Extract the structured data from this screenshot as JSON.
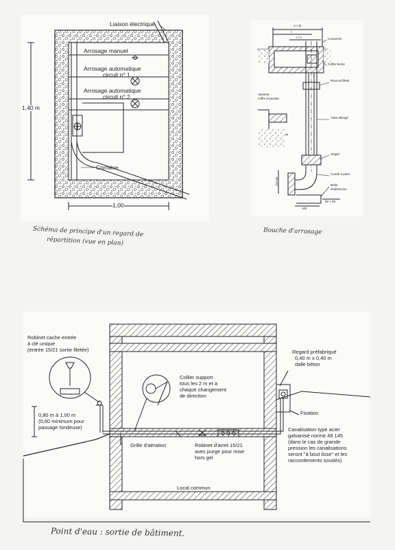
{
  "regard": {
    "liaison": "Liaison électrique",
    "arrosage_manuel": "Arrosage manuel",
    "arrosage_auto_1_a": "Arrosage automatique",
    "arrosage_auto_1_b": "circuit n° 1",
    "arrosage_auto_2_a": "Arrosage automatique",
    "arrosage_auto_2_b": "circuit n° 2",
    "corniere": "Cornière",
    "dim_height": "1,40 m",
    "dim_width": "1,00",
    "caption_line1": "Schéma de principe d'un regard de",
    "caption_line2": "répartition (vue en plan)"
  },
  "bouche": {
    "dim_top": "A × B",
    "dim_l": "l",
    "dim_small": "t × t",
    "couvercle": "Couvercle",
    "coffre": "Coffre fermé",
    "raccord": "Raccord fileté",
    "variante_a": "Variante",
    "variante_b": "coffre à bavette",
    "tube": "Tube allongé",
    "clapet": "Clapet",
    "coude": "Coude à patin",
    "bride_a": "Bride",
    "bride_b": "d'admission",
    "dn": "DN 40",
    "dim_100": "100",
    "dim_50": "50 × 50",
    "caption": "Bouche d'arrosage"
  },
  "sortie": {
    "robinet_cache_1": "Robinet cache entrée",
    "robinet_cache_2": "à clé unique",
    "robinet_cache_3": "(entrée 15/21 sortie filetée)",
    "collier_1": "Collier support",
    "collier_2": "tous les 2 m et à",
    "collier_3": "chaque changement",
    "collier_4": "de direction",
    "regard_1": "Regard préfabriqué",
    "regard_2": "0,40 m x 0,40 m",
    "regard_3": "dalle béton",
    "fixation": "Fixation",
    "hauteur_1": "0,80 m à 1,00 m",
    "hauteur_2": "(0,60 minimum pour",
    "hauteur_3": "passage tondeuse)",
    "canal_1": "Canalisation type acier",
    "canal_2": "galvanisé norme 49 145",
    "canal_3": "(dans le cas de grande",
    "canal_4": "pression les canalisations",
    "canal_5": "seront \"à bout lisse\" et les",
    "canal_6": "raccordements soudés)",
    "grille": "Grille d'aération",
    "robinet_arret_1": "Robinet d'arret 15/21",
    "robinet_arret_2": "avec purge pour mise",
    "robinet_arret_3": "hors gel",
    "local": "Local commun",
    "caption": "Point d'eau : sortie de bâtiment."
  }
}
